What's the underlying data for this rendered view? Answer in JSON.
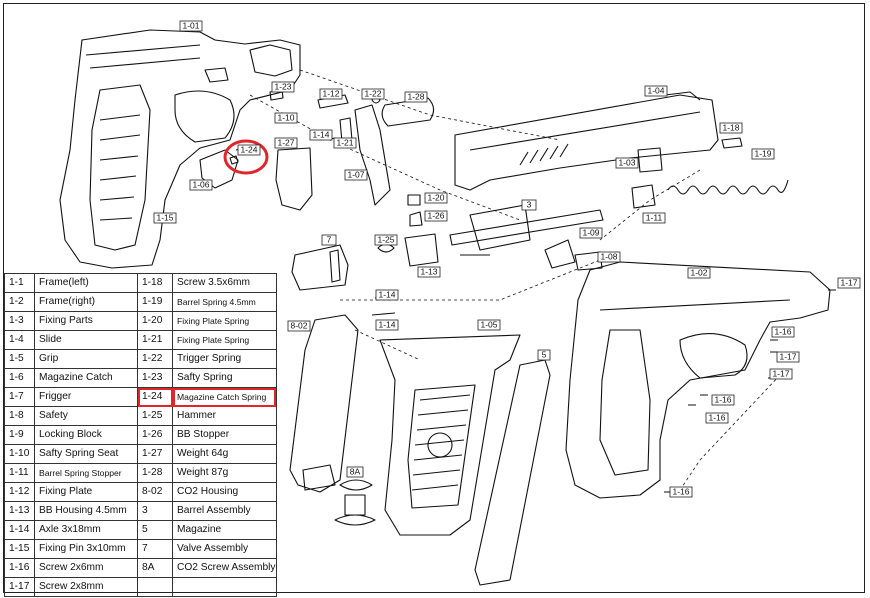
{
  "highlight_color": "#e0262b",
  "parts": [
    {
      "num": "1-1",
      "name": "Frame(left)"
    },
    {
      "num": "1-2",
      "name": "Frame(right)"
    },
    {
      "num": "1-3",
      "name": "Fixing Parts"
    },
    {
      "num": "1-4",
      "name": "Slide"
    },
    {
      "num": "1-5",
      "name": "Grip"
    },
    {
      "num": "1-6",
      "name": "Magazine Catch"
    },
    {
      "num": "1-7",
      "name": "Frigger"
    },
    {
      "num": "1-8",
      "name": "Safety"
    },
    {
      "num": "1-9",
      "name": "Locking Block"
    },
    {
      "num": "1-10",
      "name": "Safty Spring Seat"
    },
    {
      "num": "1-11",
      "name": "Barrel Spring Stopper"
    },
    {
      "num": "1-12",
      "name": "Fixing Plate"
    },
    {
      "num": "1-13",
      "name": "BB Housing 4.5mm"
    },
    {
      "num": "1-14",
      "name": "Axle 3x18mm"
    },
    {
      "num": "1-15",
      "name": "Fixing Pin 3x10mm"
    },
    {
      "num": "1-16",
      "name": "Screw 2x6mm"
    },
    {
      "num": "1-17",
      "name": "Screw 2x8mm"
    },
    {
      "num": "1-18",
      "name": "Screw 3.5x6mm"
    },
    {
      "num": "1-19",
      "name": "Barrel Spring 4.5mm"
    },
    {
      "num": "1-20",
      "name": "Fixing Plate Spring"
    },
    {
      "num": "1-21",
      "name": "Fixing Plate Spring"
    },
    {
      "num": "1-22",
      "name": "Trigger Spring"
    },
    {
      "num": "1-23",
      "name": "Safty Spring"
    },
    {
      "num": "1-24",
      "name": "Magazine Catch Spring"
    },
    {
      "num": "1-25",
      "name": "Hammer"
    },
    {
      "num": "1-26",
      "name": "BB Stopper"
    },
    {
      "num": "1-27",
      "name": "Weight 64g"
    },
    {
      "num": "1-28",
      "name": "Weight 87g"
    },
    {
      "num": "8-02",
      "name": "CO2 Housing"
    },
    {
      "num": "3",
      "name": "Barrel Assembly"
    },
    {
      "num": "5",
      "name": "Magazine"
    },
    {
      "num": "7",
      "name": "Valve Assembly"
    },
    {
      "num": "8A",
      "name": "CO2 Screw Assembly"
    }
  ],
  "diagram_labels": {
    "l_1_01": "1-01",
    "l_1_23": "1-23",
    "l_1_12": "1-12",
    "l_1_22": "1-22",
    "l_1_28": "1-28",
    "l_1_04": "1-04",
    "l_1_10": "1-10",
    "l_1_14a": "1-14",
    "l_1_21": "1-21",
    "l_1_24": "1-24",
    "l_1_27": "1-27",
    "l_1_06": "1-06",
    "l_1_07": "1-07",
    "l_1_03": "1-03",
    "l_1_18": "1-18",
    "l_1_19": "1-19",
    "l_1_20": "1-20",
    "l_1_26": "1-26",
    "l_1_11": "1-11",
    "l_1_15": "1-15",
    "l_7": "7",
    "l_1_25": "1-25",
    "l_3": "3",
    "l_1_09": "1-09",
    "l_1_08": "1-08",
    "l_1_13": "1-13",
    "l_1_14b": "1-14",
    "l_1_14c": "1-14",
    "l_1_02": "1-02",
    "l_1_17a": "1-17",
    "l_8_02": "8-02",
    "l_1_05": "1-05",
    "l_5": "5",
    "l_1_16a": "1-16",
    "l_1_17b": "1-17",
    "l_1_17c": "1-17",
    "l_1_16b": "1-16",
    "l_1_16c": "1-16",
    "l_8A": "8A",
    "l_1_16d": "1-16"
  }
}
